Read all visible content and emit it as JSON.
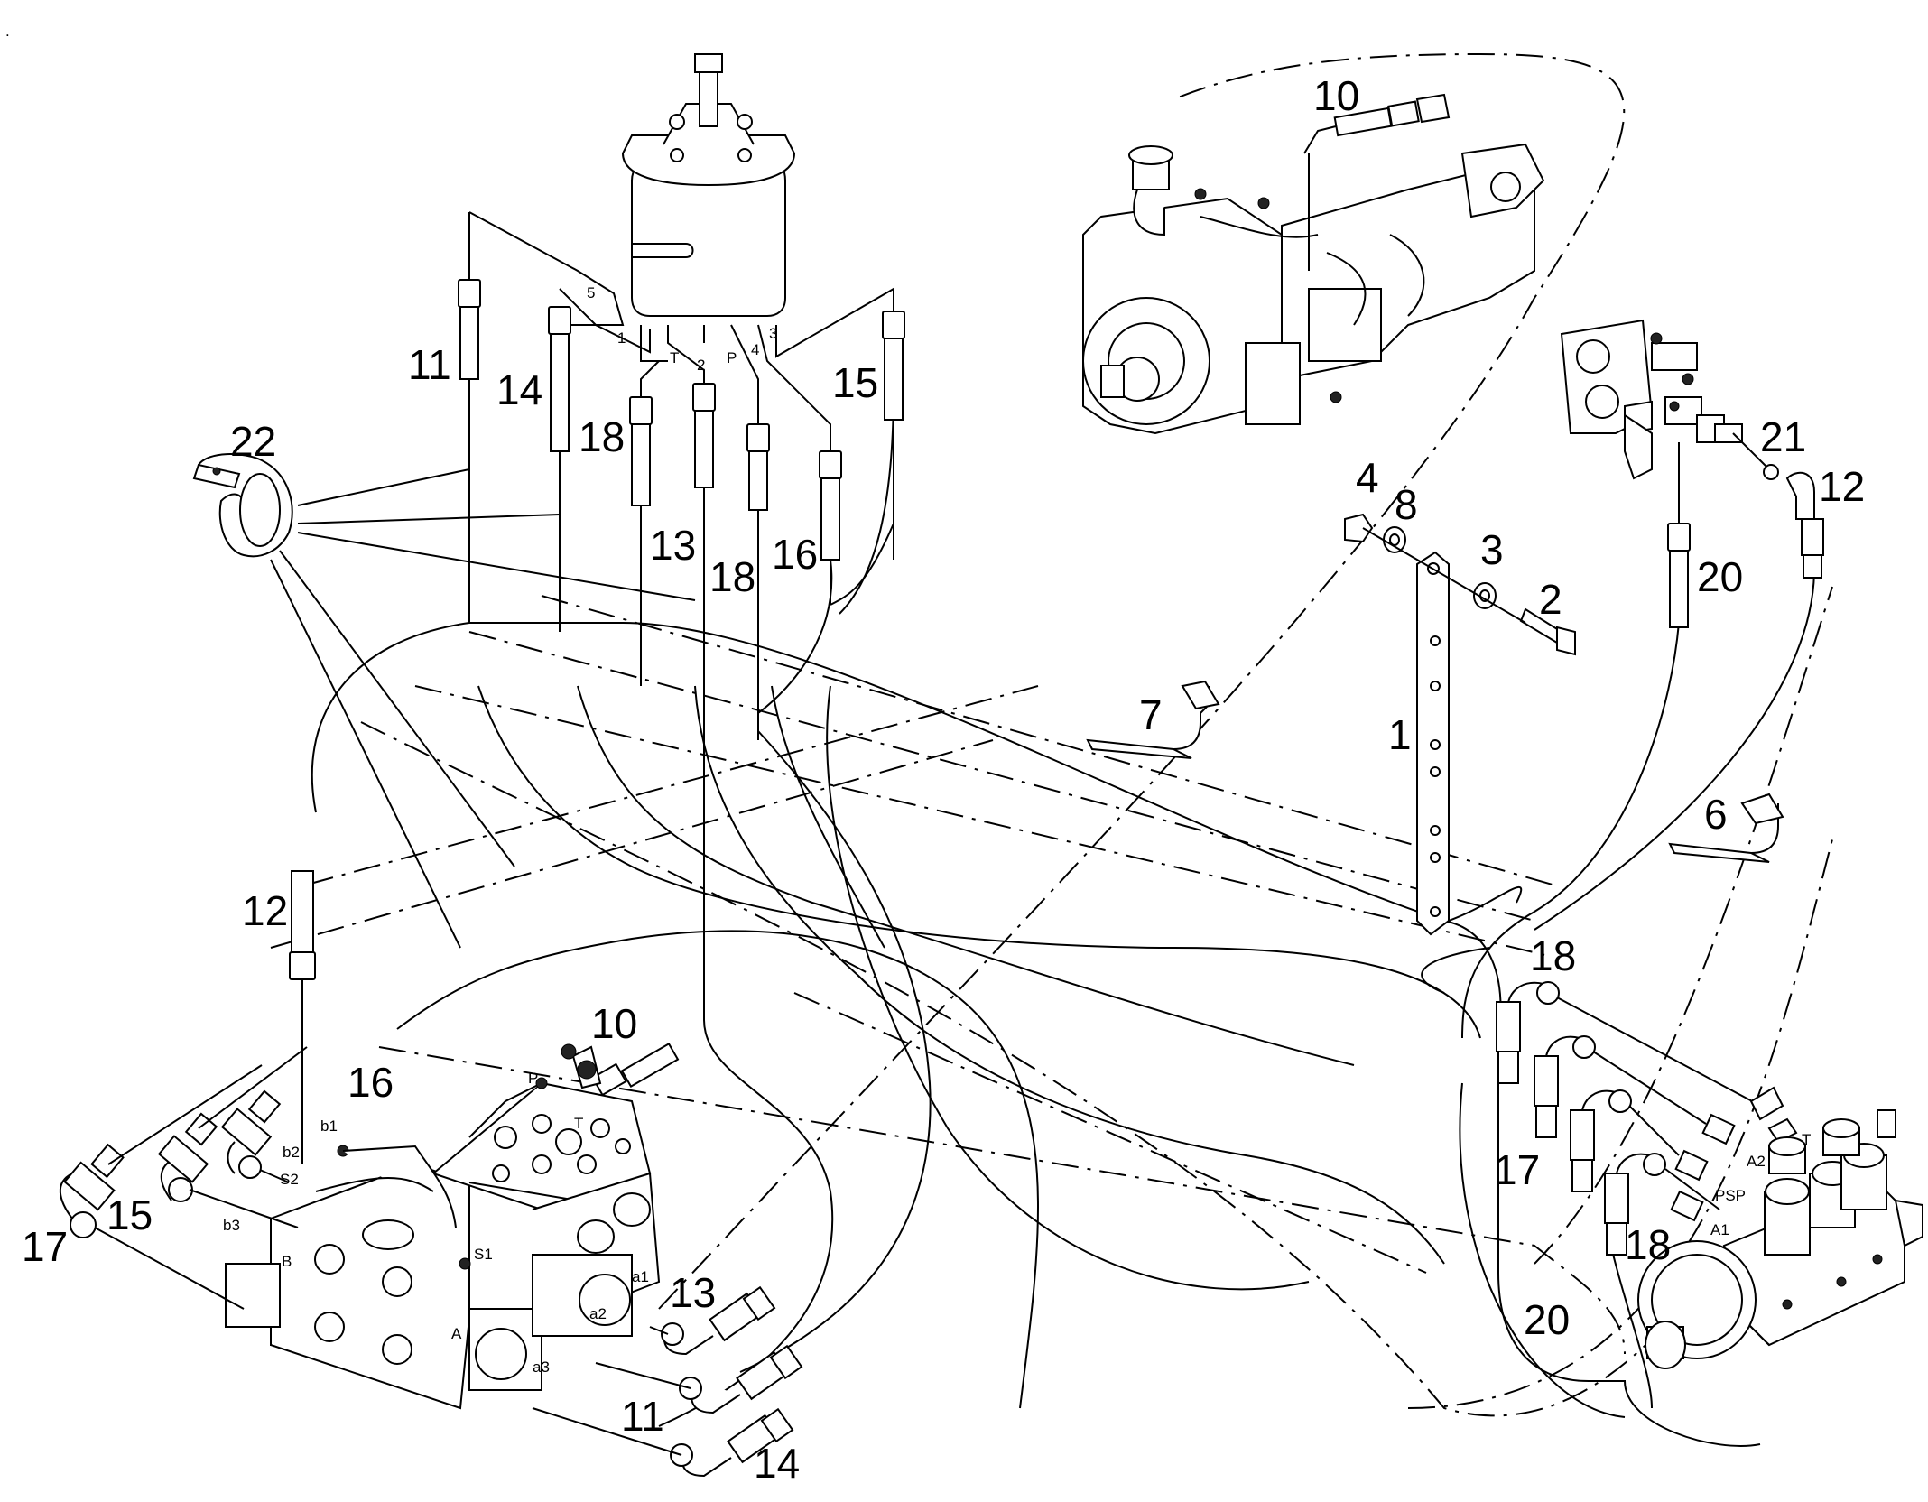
{
  "corner_mark": ".",
  "callouts": {
    "c10a": "10",
    "c11a": "11",
    "c14a": "14",
    "c18a": "18",
    "c13a": "13",
    "c18b": "18",
    "c16a": "16",
    "c15a": "15",
    "c22": "22",
    "c12a": "12",
    "c10b": "10",
    "c16b": "16",
    "c15b": "15",
    "c17a": "17",
    "c13b": "13",
    "c11b": "11",
    "c14b": "14",
    "c4": "4",
    "c8": "8",
    "c3": "3",
    "c2": "2",
    "c7": "7",
    "c1": "1",
    "c21": "21",
    "c12b": "12",
    "c20a": "20",
    "c6": "6",
    "c18c": "18",
    "c17b": "17",
    "c20b": "20",
    "c18d": "18"
  },
  "ports": {
    "p5": "5",
    "p1": "1",
    "pT": "T",
    "p2": "2",
    "pP": "P",
    "p4": "4",
    "p3": "3",
    "vP": "P",
    "vT": "T",
    "vb1": "b1",
    "vb2": "b2",
    "vS2": "S2",
    "vb3": "b3",
    "vB": "B",
    "vS1": "S1",
    "va1": "a1",
    "va2": "a2",
    "va3": "a3",
    "vA": "A",
    "mT": "T",
    "mA2": "A2",
    "mPSP": "PSP",
    "mA1": "A1"
  }
}
